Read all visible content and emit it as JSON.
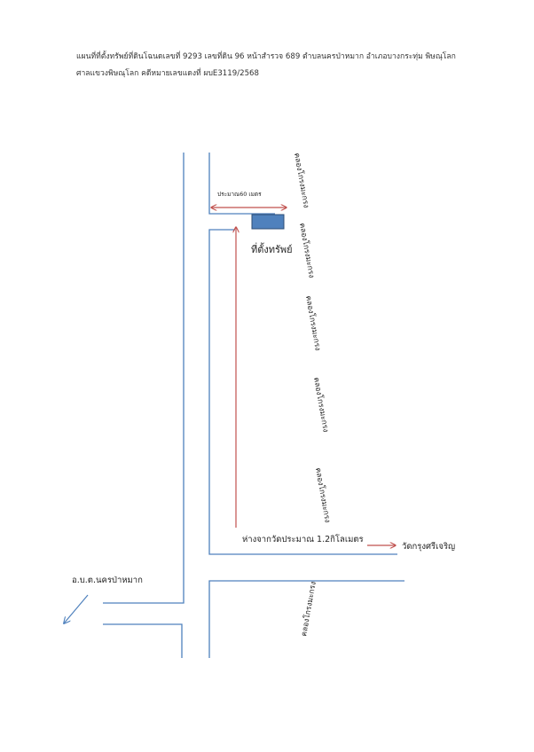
{
  "header": {
    "line1": "แผนที่ที่ตั้งทรัพย์ที่ดินโฉนดเลขที่ 9293 เลขที่ดิน 96 หน้าสำรวจ 689 ตำบลนครป่าหมาก อำเภอบางกระทุ่ม พิษณุโลก",
    "line2": "ศาลแขวงพิษณุโลก คดีหมายเลขแดงที่ ผบE3119/2568"
  },
  "map": {
    "road_color": "#4f81bd",
    "marker_color": "#c0504d",
    "property_fill": "#4f81bd",
    "property_label": "ที่ตั้งทรัพย์",
    "distance_width_label": "ประมาณ60 เมตร",
    "distance_from_temple_label": "ห่างจากวัดประมาณ 1.2กิโลเมตร",
    "temple_label": "วัดกรุงศรีเจริญ",
    "district_label": "อ.บ.ต.นครป่าหมาก",
    "canal_labels": [
      "คลองโกรงมะกรง",
      "คลองโกรงมะกรง",
      "คลองโกรงมะกรง",
      "คลองโกรงมะกรง",
      "คลองโกรงมะกรง",
      "คลองโกรงมะกรง"
    ]
  }
}
